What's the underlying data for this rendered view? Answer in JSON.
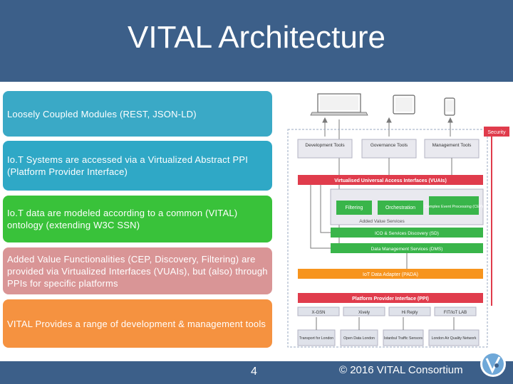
{
  "slide": {
    "title": "VITAL Architecture",
    "page_number": "4",
    "copyright": "© 2016 VITAL Consortium"
  },
  "bullets": [
    "Loosely Coupled Modules (REST, JSON-LD)",
    "Io.T Systems are accessed via a Virtualized Abstract PPI (Platform Provider Interface)",
    "Io.T data are modeled according to a common (VITAL) ontology (extending W3C SSN)",
    "Added Value Functionalities (CEP, Discovery, Filtering) are provided via Virtualized Interfaces (VUAIs), but (also) through PPIs for specific platforms",
    "VITAL Provides a range of development & management tools"
  ],
  "diagram": {
    "security": "Security",
    "tools": [
      "Development Tools",
      "Governance Tools",
      "Management Tools"
    ],
    "vuai": "Virtualised Universal Access Interfaces (VUAIs)",
    "filtering": "Filtering",
    "orchestration": "Orchestration",
    "cep": "Complex Event Processing (CEP)",
    "added_value": "Added Value Services",
    "ico_discovery": "ICO & Services Discovery (SD)",
    "dms": "Data Management Services (DMS)",
    "pada": "IoT Data Adapter (PADA)",
    "ppi": "Platform Provider Interface (PPI)",
    "platforms": [
      "X-GSN",
      "Xively",
      "Hi Reply",
      "FIT/IoT LAB"
    ],
    "sources": [
      "Transport for London",
      "Open Data London",
      "Istanbul Traffic Sensors",
      "London Air Quality Network"
    ]
  },
  "colors": {
    "header": "#3c5f89",
    "security_red": "#e03c4c",
    "green": "#39b54a",
    "orange": "#f7941d"
  }
}
